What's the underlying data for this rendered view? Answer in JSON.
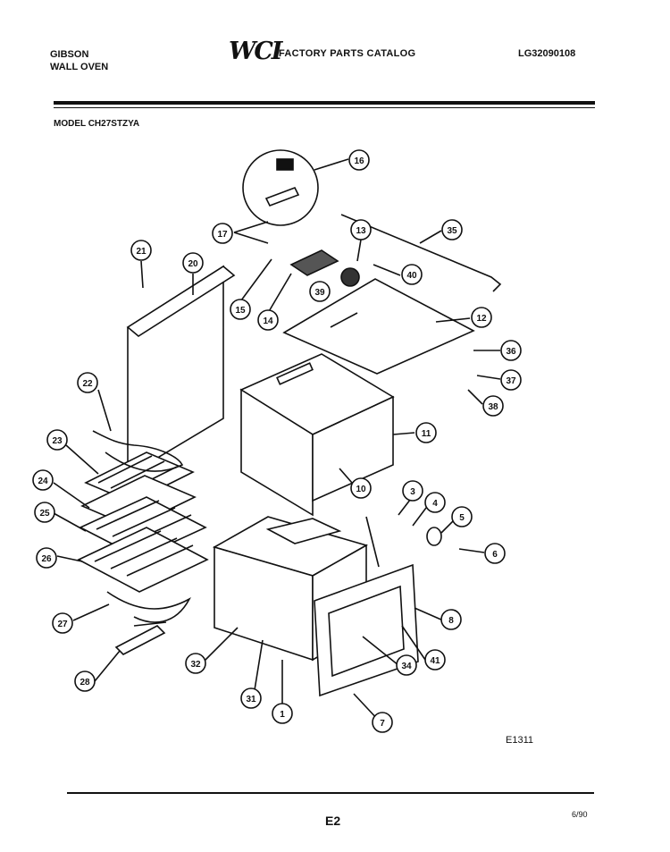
{
  "header": {
    "brand": "GIBSON",
    "product": "WALL OVEN",
    "logo": "WCI",
    "catalog_title": "FACTORY PARTS CATALOG",
    "doc_number": "LG32090108"
  },
  "model_line": "MODEL CH27STZYA",
  "figure_code": "E1311",
  "footer": {
    "page": "E2",
    "date": "6/90"
  },
  "callouts": [
    "16",
    "17",
    "13",
    "35",
    "21",
    "20",
    "40",
    "39",
    "15",
    "14",
    "12",
    "36",
    "37",
    "38",
    "22",
    "11",
    "10",
    "23",
    "24",
    "3",
    "4",
    "5",
    "25",
    "6",
    "26",
    "8",
    "27",
    "41",
    "32",
    "34",
    "28",
    "31",
    "1",
    "7"
  ]
}
